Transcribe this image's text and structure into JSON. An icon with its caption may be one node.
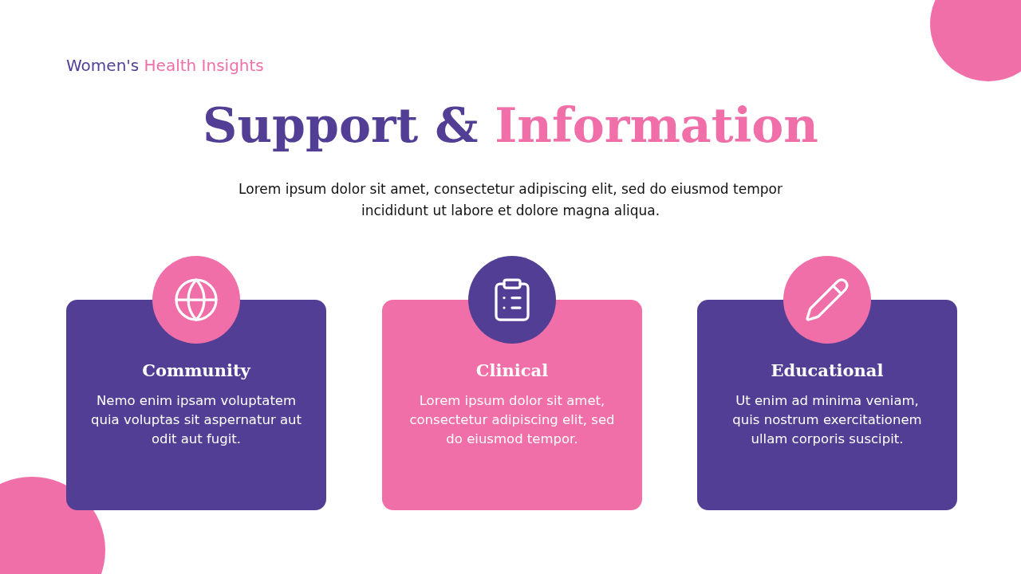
{
  "diagram": {
    "title": "Support & *Information*",
    "nodes": [
      {
        "text": [
          "Community",
          "Nemo enim ipsam voluptatem quia voluptas sit aspernatur aut odit aut fugit."
        ]
      },
      {
        "text": [
          "Clinical",
          "Lorem ipsum dolor sit amet, consectetur adipiscing elit, sed do eiusmod tempor."
        ]
      },
      {
        "text": [
          "Educational",
          "Ut enim ad minima veniam, quis nostrum exercitationem ullam corporis suscipit."
        ]
      }
    ],
    "labels": [
      "Women's *Health Insights*",
      "Lorem ipsum dolor sit amet, consectetur adipiscing elit, sed do eiusmod tempor incididunt ut labore et dolore magna aliqua."
    ]
  }
}
